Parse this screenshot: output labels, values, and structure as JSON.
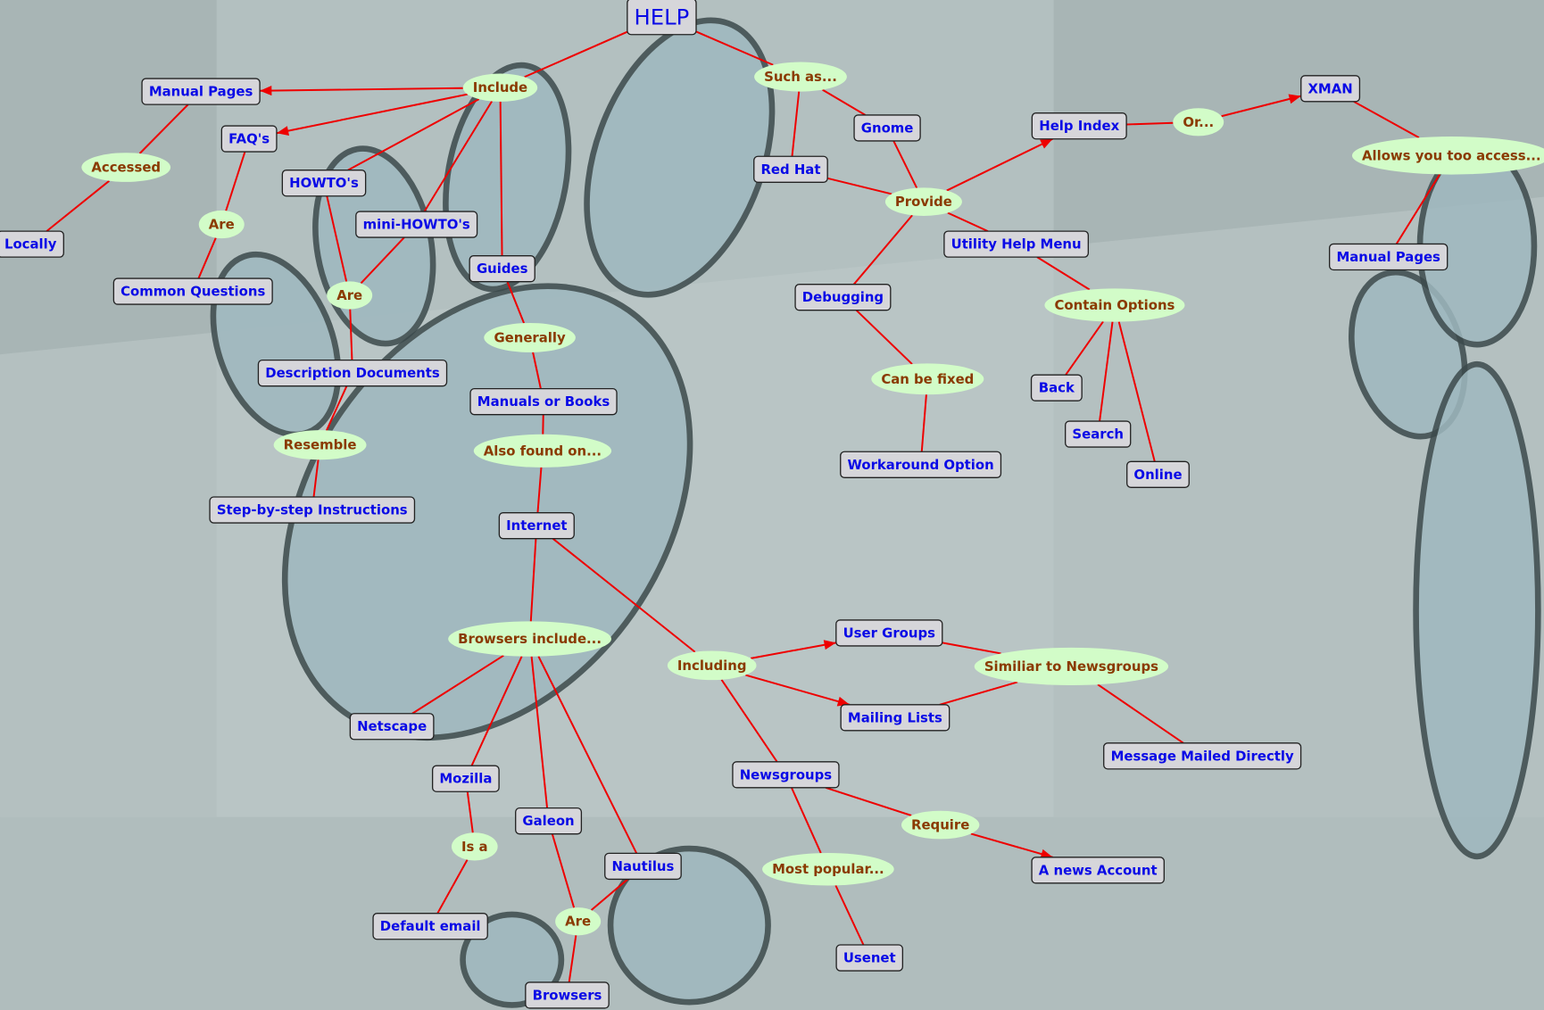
{
  "title": "HELP",
  "colors": {
    "box_text": "#0a0ae6",
    "ellipse_text": "#8a3a00",
    "ellipse_fill": "#d2fcc8",
    "edge": "#ee0000"
  },
  "nodes": [
    {
      "id": "help",
      "label": "HELP",
      "type": "box"
    },
    {
      "id": "include",
      "label": "Include",
      "type": "ellipse"
    },
    {
      "id": "suchas",
      "label": "Such as...",
      "type": "ellipse"
    },
    {
      "id": "manpages",
      "label": "Manual Pages",
      "type": "box"
    },
    {
      "id": "faqs",
      "label": "FAQ's",
      "type": "box"
    },
    {
      "id": "accessed",
      "label": "Accessed",
      "type": "ellipse"
    },
    {
      "id": "locally",
      "label": "Locally",
      "type": "box"
    },
    {
      "id": "are1",
      "label": "Are",
      "type": "ellipse"
    },
    {
      "id": "commonq",
      "label": "Common Questions",
      "type": "box"
    },
    {
      "id": "howtos",
      "label": "HOWTO's",
      "type": "box"
    },
    {
      "id": "minihowtos",
      "label": "mini-HOWTO's",
      "type": "box"
    },
    {
      "id": "are2",
      "label": "Are",
      "type": "ellipse"
    },
    {
      "id": "guides",
      "label": "Guides",
      "type": "box"
    },
    {
      "id": "generally",
      "label": "Generally",
      "type": "ellipse"
    },
    {
      "id": "descdocs",
      "label": "Description Documents",
      "type": "box"
    },
    {
      "id": "manuals",
      "label": "Manuals or Books",
      "type": "box"
    },
    {
      "id": "resemble",
      "label": "Resemble",
      "type": "ellipse"
    },
    {
      "id": "alsofound",
      "label": "Also found on...",
      "type": "ellipse"
    },
    {
      "id": "stepbystep",
      "label": "Step-by-step Instructions",
      "type": "box"
    },
    {
      "id": "internet",
      "label": "Internet",
      "type": "box"
    },
    {
      "id": "gnome",
      "label": "Gnome",
      "type": "box"
    },
    {
      "id": "redhat",
      "label": "Red Hat",
      "type": "box"
    },
    {
      "id": "provide",
      "label": "Provide",
      "type": "ellipse"
    },
    {
      "id": "helpindex",
      "label": "Help Index",
      "type": "box"
    },
    {
      "id": "or",
      "label": "Or...",
      "type": "ellipse"
    },
    {
      "id": "xman",
      "label": "XMAN",
      "type": "box"
    },
    {
      "id": "allows",
      "label": "Allows you too access...",
      "type": "ellipse"
    },
    {
      "id": "manpages2",
      "label": "Manual Pages",
      "type": "box"
    },
    {
      "id": "utility",
      "label": "Utility Help Menu",
      "type": "box"
    },
    {
      "id": "debugging",
      "label": "Debugging",
      "type": "box"
    },
    {
      "id": "contain",
      "label": "Contain Options",
      "type": "ellipse"
    },
    {
      "id": "canbefixed",
      "label": "Can be fixed",
      "type": "ellipse"
    },
    {
      "id": "back",
      "label": "Back",
      "type": "box"
    },
    {
      "id": "search",
      "label": "Search",
      "type": "box"
    },
    {
      "id": "online",
      "label": "Online",
      "type": "box"
    },
    {
      "id": "workaround",
      "label": "Workaround Option",
      "type": "box"
    },
    {
      "id": "browsersinc",
      "label": "Browsers include...",
      "type": "ellipse"
    },
    {
      "id": "including",
      "label": "Including",
      "type": "ellipse"
    },
    {
      "id": "usergroups",
      "label": "User Groups",
      "type": "box"
    },
    {
      "id": "similiar",
      "label": "Similiar to Newsgroups",
      "type": "ellipse"
    },
    {
      "id": "mailing",
      "label": "Mailing Lists",
      "type": "box"
    },
    {
      "id": "msgmailed",
      "label": "Message Mailed Directly",
      "type": "box"
    },
    {
      "id": "netscape",
      "label": "Netscape",
      "type": "box"
    },
    {
      "id": "mozilla",
      "label": "Mozilla",
      "type": "box"
    },
    {
      "id": "galeon",
      "label": "Galeon",
      "type": "box"
    },
    {
      "id": "nautilus",
      "label": "Nautilus",
      "type": "box"
    },
    {
      "id": "newsgroups",
      "label": "Newsgroups",
      "type": "box"
    },
    {
      "id": "require",
      "label": "Require",
      "type": "ellipse"
    },
    {
      "id": "newsaccount",
      "label": "A news Account",
      "type": "box"
    },
    {
      "id": "mostpopular",
      "label": "Most popular...",
      "type": "ellipse"
    },
    {
      "id": "isa",
      "label": "Is a",
      "type": "ellipse"
    },
    {
      "id": "defaultemail",
      "label": "Default email",
      "type": "box"
    },
    {
      "id": "are3",
      "label": "Are",
      "type": "ellipse"
    },
    {
      "id": "browsers",
      "label": "Browsers",
      "type": "box"
    },
    {
      "id": "usenet",
      "label": "Usenet",
      "type": "box"
    }
  ],
  "edges": [
    [
      "help",
      "include",
      false
    ],
    [
      "help",
      "suchas",
      false
    ],
    [
      "include",
      "manpages",
      true
    ],
    [
      "include",
      "faqs",
      true
    ],
    [
      "include",
      "howtos",
      false
    ],
    [
      "include",
      "minihowtos",
      false
    ],
    [
      "include",
      "guides",
      false
    ],
    [
      "manpages",
      "accessed",
      false
    ],
    [
      "accessed",
      "locally",
      false
    ],
    [
      "faqs",
      "are1",
      false
    ],
    [
      "are1",
      "commonq",
      false
    ],
    [
      "howtos",
      "are2",
      false
    ],
    [
      "minihowtos",
      "are2",
      false
    ],
    [
      "are2",
      "descdocs",
      false
    ],
    [
      "descdocs",
      "resemble",
      false
    ],
    [
      "resemble",
      "stepbystep",
      false
    ],
    [
      "guides",
      "generally",
      false
    ],
    [
      "generally",
      "manuals",
      false
    ],
    [
      "manuals",
      "alsofound",
      false
    ],
    [
      "alsofound",
      "internet",
      false
    ],
    [
      "internet",
      "browsersinc",
      false
    ],
    [
      "internet",
      "including",
      false
    ],
    [
      "suchas",
      "redhat",
      false
    ],
    [
      "suchas",
      "gnome",
      false
    ],
    [
      "gnome",
      "provide",
      false
    ],
    [
      "redhat",
      "provide",
      false
    ],
    [
      "provide",
      "helpindex",
      true
    ],
    [
      "helpindex",
      "or",
      false
    ],
    [
      "or",
      "xman",
      true
    ],
    [
      "xman",
      "allows",
      false
    ],
    [
      "allows",
      "manpages2",
      false
    ],
    [
      "provide",
      "utility",
      false
    ],
    [
      "provide",
      "debugging",
      false
    ],
    [
      "utility",
      "contain",
      false
    ],
    [
      "contain",
      "back",
      false
    ],
    [
      "contain",
      "search",
      false
    ],
    [
      "contain",
      "online",
      false
    ],
    [
      "debugging",
      "canbefixed",
      false
    ],
    [
      "canbefixed",
      "workaround",
      false
    ],
    [
      "including",
      "usergroups",
      true
    ],
    [
      "including",
      "mailing",
      true
    ],
    [
      "including",
      "newsgroups",
      false
    ],
    [
      "usergroups",
      "similiar",
      false
    ],
    [
      "mailing",
      "similiar",
      false
    ],
    [
      "similiar",
      "msgmailed",
      false
    ],
    [
      "newsgroups",
      "require",
      false
    ],
    [
      "require",
      "newsaccount",
      true
    ],
    [
      "newsgroups",
      "mostpopular",
      false
    ],
    [
      "mostpopular",
      "usenet",
      false
    ],
    [
      "browsersinc",
      "netscape",
      false
    ],
    [
      "browsersinc",
      "mozilla",
      false
    ],
    [
      "browsersinc",
      "galeon",
      false
    ],
    [
      "browsersinc",
      "nautilus",
      false
    ],
    [
      "mozilla",
      "isa",
      false
    ],
    [
      "isa",
      "defaultemail",
      false
    ],
    [
      "galeon",
      "are3",
      false
    ],
    [
      "nautilus",
      "are3",
      false
    ],
    [
      "are3",
      "browsers",
      false
    ]
  ]
}
